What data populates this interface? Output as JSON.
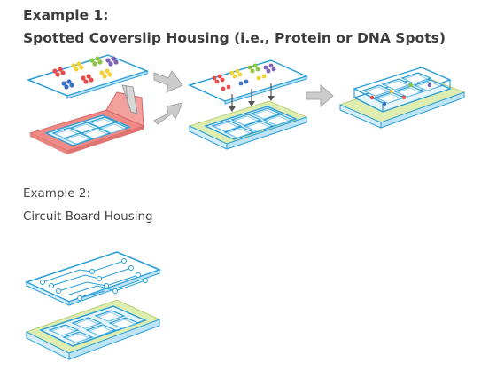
{
  "example1": {
    "heading": "Example 1:",
    "subheading": "Spotted Coverslip Housing (i.e., Protein or DNA Spots)"
  },
  "example2": {
    "heading": "Example 2:",
    "subheading": "Circuit Board Housing"
  },
  "colors": {
    "outline": "#2a9fd8",
    "outline_light": "#8fd0ee",
    "adhesive_pink": "#f08a86",
    "adhesive_green": "#dfeeb0",
    "arrow_gray": "#c9c9c9",
    "arrow_dark": "#555555",
    "spot_red": "#e94b4b",
    "spot_yellow": "#f2d43a",
    "spot_green": "#8cc63f",
    "spot_purple": "#7b5fb5",
    "spot_blue": "#3b6fc6"
  },
  "icons": [
    "tweezer-icon",
    "right-arrow-icon",
    "down-arrow-icon"
  ]
}
